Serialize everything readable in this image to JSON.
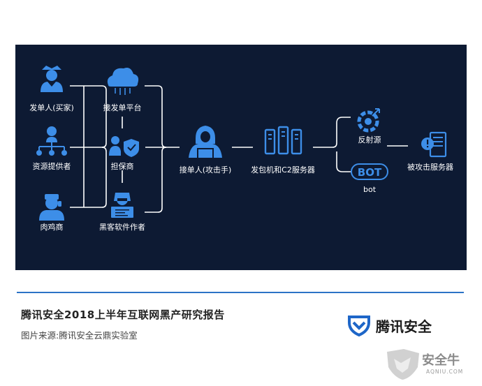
{
  "diagram": {
    "nodes": [
      {
        "id": "buyer",
        "label": "发单人(买家)",
        "icon": "buyer-person-icon"
      },
      {
        "id": "resource",
        "label": "资源提供者",
        "icon": "org-tree-icon"
      },
      {
        "id": "broiler",
        "label": "肉鸡商",
        "icon": "headset-person-icon"
      },
      {
        "id": "platform",
        "label": "接发单平台",
        "icon": "cloud-icon"
      },
      {
        "id": "guarantor",
        "label": "担保商",
        "icon": "shield-person-icon"
      },
      {
        "id": "software",
        "label": "黑客软件作者",
        "icon": "hacker-coder-icon"
      },
      {
        "id": "attacker",
        "label": "接单人(攻击手)",
        "icon": "hooded-hacker-icon"
      },
      {
        "id": "c2",
        "label": "发包机和C2服务器",
        "icon": "servers-icon"
      },
      {
        "id": "reflect",
        "label": "反射源",
        "icon": "reflect-source-icon"
      },
      {
        "id": "bot",
        "label": "bot",
        "icon": "bot-badge-icon"
      },
      {
        "id": "victim",
        "label": "被攻击服务器",
        "icon": "alert-server-icon"
      }
    ],
    "bot_badge_text": "BOT"
  },
  "footer": {
    "title": "腾讯安全2018上半年互联网黑产研究报告",
    "source": "图片来源:腾讯安全云鼎实验室"
  },
  "brand": {
    "name": "腾讯安全"
  },
  "watermark": {
    "name": "安全牛",
    "sub": "AQNIU.COM"
  },
  "colors": {
    "panel": "#0d1a33",
    "icon": "#3d8ee8",
    "rule": "#2b73c6"
  }
}
